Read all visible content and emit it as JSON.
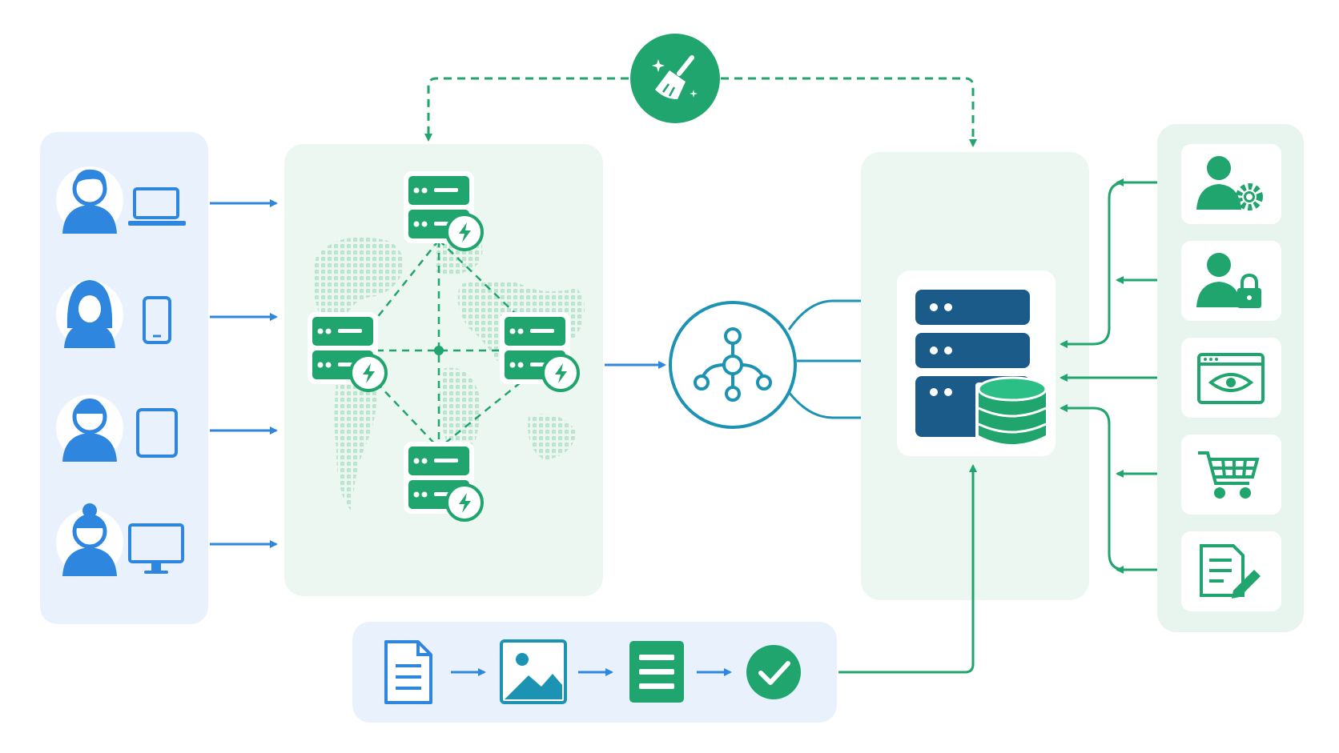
{
  "colors": {
    "blue": "#2f86de",
    "blue_panel": "#e9f2fc",
    "green": "#1fa56d",
    "green_dark": "#15855a",
    "green_panel": "#e8f5ee",
    "navy": "#1b5b8a",
    "teal": "#1c93b3"
  },
  "clients": [
    {
      "user": "male-user-icon",
      "device": "laptop-icon"
    },
    {
      "user": "female-user-icon",
      "device": "smartphone-icon"
    },
    {
      "user": "user-icon",
      "device": "tablet-icon"
    },
    {
      "user": "female-bun-user-icon",
      "device": "desktop-monitor-icon"
    }
  ],
  "edge_nodes": [
    "edge-server-top",
    "edge-server-left",
    "edge-server-right",
    "edge-server-bottom"
  ],
  "origin_sources": [
    "user-settings-icon",
    "user-lock-icon",
    "browser-eye-icon",
    "shopping-cart-icon",
    "edit-document-icon"
  ],
  "pipeline_steps": [
    "document-icon",
    "image-icon",
    "list-icon",
    "check-circle-icon"
  ],
  "cache_purge": "broom-icon"
}
